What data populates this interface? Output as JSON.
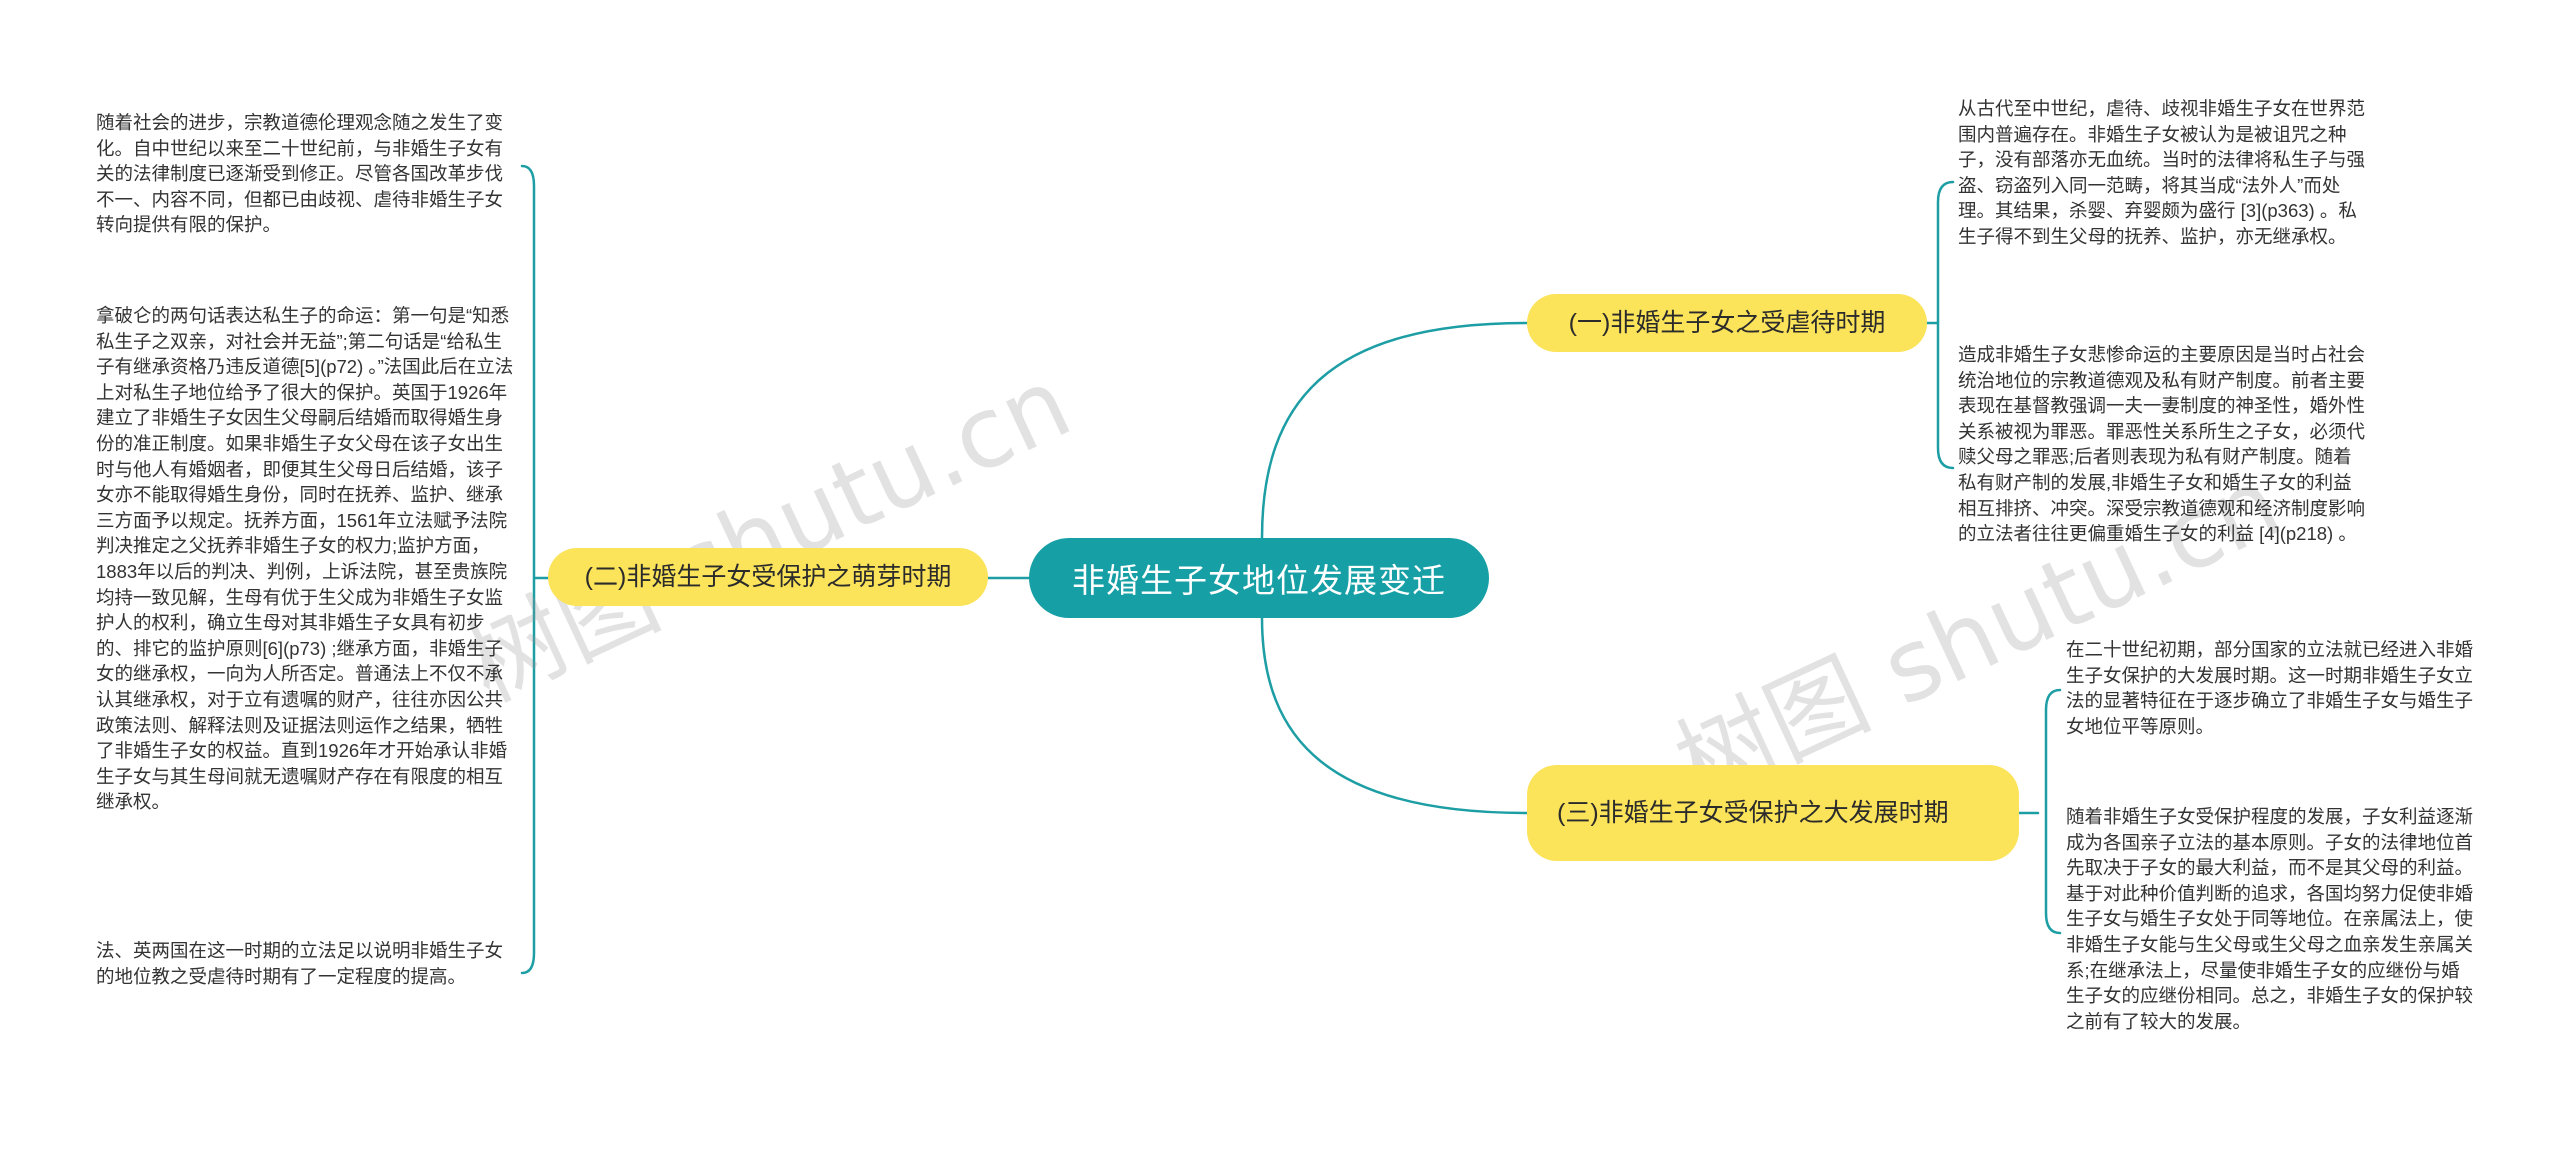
{
  "root": {
    "label": "非婚生子女地位发展变迁"
  },
  "branches": [
    {
      "label": "(一)非婚生子女之受虐待时期"
    },
    {
      "label": "(二)非婚生子女受保护之萌芽时期"
    },
    {
      "label": "(三)非婚生子女受保护之大发展时期"
    }
  ],
  "leaves": {
    "b1": [
      "从古代至中世纪，虐待、歧视非婚生子女在世界范围内普遍存在。非婚生子女被认为是被诅咒之种子，没有部落亦无血统。当时的法律将私生子与强盗、窃盗列入同一范畴，将其当成“法外人”而处理。其结果，杀婴、弃婴颇为盛行 [3](p363) 。私生子得不到生父母的抚养、监护，亦无继承权。",
      "造成非婚生子女悲惨命运的主要原因是当时占社会统治地位的宗教道德观及私有财产制度。前者主要表现在基督教强调一夫一妻制度的神圣性，婚外性关系被视为罪恶。罪恶性关系所生之子女，必须代赎父母之罪恶;后者则表现为私有财产制度。随着私有财产制的发展,非婚生子女和婚生子女的利益相互排挤、冲突。深受宗教道德观和经济制度影响的立法者往往更偏重婚生子女的利益 [4](p218) 。"
    ],
    "b2": [
      "随着社会的进步，宗教道德伦理观念随之发生了变化。自中世纪以来至二十世纪前，与非婚生子女有关的法律制度已逐渐受到修正。尽管各国改革步伐不一、内容不同，但都已由歧视、虐待非婚生子女转向提供有限的保护。",
      "拿破仑的两句话表达私生子的命运：第一句是“知悉私生子之双亲，对社会并无益”;第二句话是“给私生子有继承资格乃违反道德[5](p72) 。”法国此后在立法上对私生子地位给予了很大的保护。英国于1926年建立了非婚生子女因生父母嗣后结婚而取得婚生身份的准正制度。如果非婚生子女父母在该子女出生时与他人有婚姻者，即便其生父母日后结婚，该子女亦不能取得婚生身份，同时在抚养、监护、继承三方面予以规定。抚养方面，1561年立法赋予法院判决推定之父抚养非婚生子女的权力;监护方面，1883年以后的判决、判例，上诉法院，甚至贵族院均持一致见解，生母有优于生父成为非婚生子女监护人的权利，确立生母对其非婚生子女具有初步的、排它的监护原则[6](p73) ;继承方面，非婚生子女的继承权，一向为人所否定。普通法上不仅不承认其继承权，对于立有遗嘱的财产，往往亦因公共政策法则、解释法则及证据法则运作之结果，牺牲了非婚生子女的权益。直到1926年才开始承认非婚生子女与其生母间就无遗嘱财产存在有限度的相互继承权。",
      "法、英两国在这一时期的立法足以说明非婚生子女的地位教之受虐待时期有了一定程度的提高。"
    ],
    "b3": [
      "在二十世纪初期，部分国家的立法就已经进入非婚生子女保护的大发展时期。这一时期非婚生子女立法的显著特征在于逐步确立了非婚生子女与婚生子女地位平等原则。",
      "随着非婚生子女受保护程度的发展，子女利益逐渐成为各国亲子立法的基本原则。子女的法律地位首先取决于子女的最大利益，而不是其父母的利益。基于对此种价值判断的追求，各国均努力促使非婚生子女与婚生子女处于同等地位。在亲属法上，使非婚生子女能与生父母或生父母之血亲发生亲属关系;在继承法上，尽量使非婚生子女的应继份与婚生子女的应继份相同。总之，非婚生子女的保护较之前有了较大的发展。"
    ]
  },
  "watermark": {
    "text": "树图 shutu.cn"
  },
  "colors": {
    "root": "#16a0a6",
    "branch": "#fbe35a",
    "line": "#1c9ea4"
  }
}
